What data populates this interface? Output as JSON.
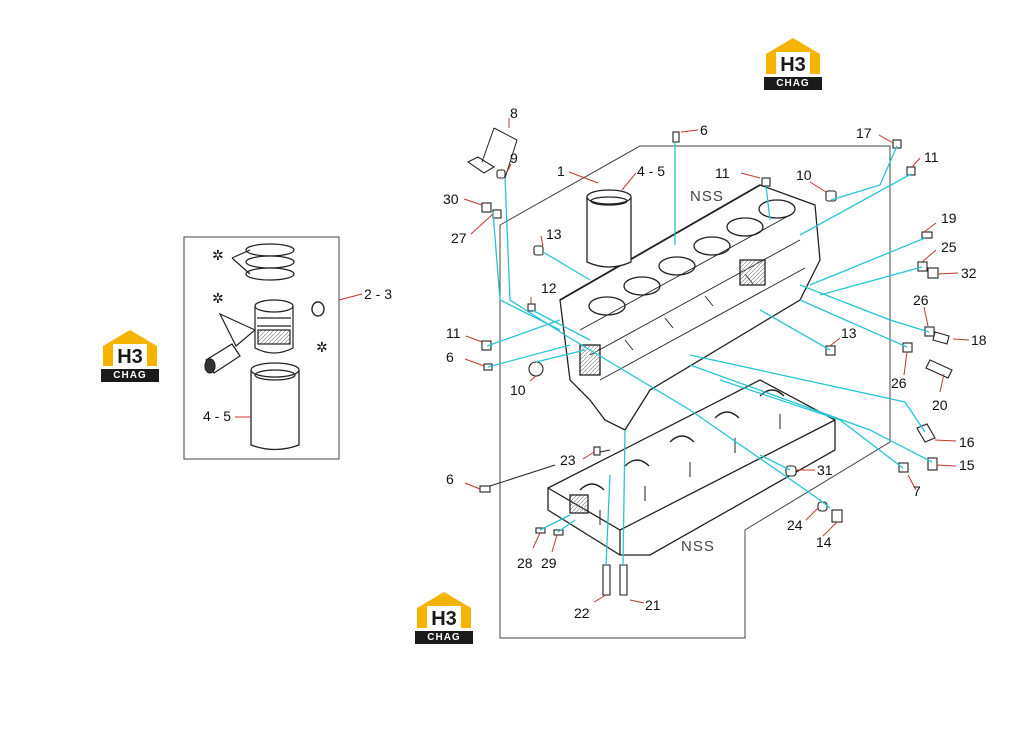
{
  "logo": {
    "mark": "H3",
    "text": "CHAG",
    "brand_color": "#f5b400"
  },
  "colors": {
    "leader": "#29c4d4",
    "ink": "#111111",
    "callout_line": "#c0392b"
  },
  "inset_labels": {
    "piston_set": "2 - 3",
    "liner": "4 - 5"
  },
  "nss_labels": [
    "NSS",
    "NSS"
  ],
  "callouts": [
    "8",
    "9",
    "30",
    "27",
    "1",
    "4 - 5",
    "6",
    "11",
    "10",
    "17",
    "11",
    "13",
    "12",
    "19",
    "25",
    "32",
    "11",
    "6",
    "10",
    "26",
    "18",
    "13",
    "26",
    "20",
    "16",
    "15",
    "23",
    "31",
    "6",
    "7",
    "24",
    "14",
    "28",
    "29",
    "22",
    "21"
  ]
}
